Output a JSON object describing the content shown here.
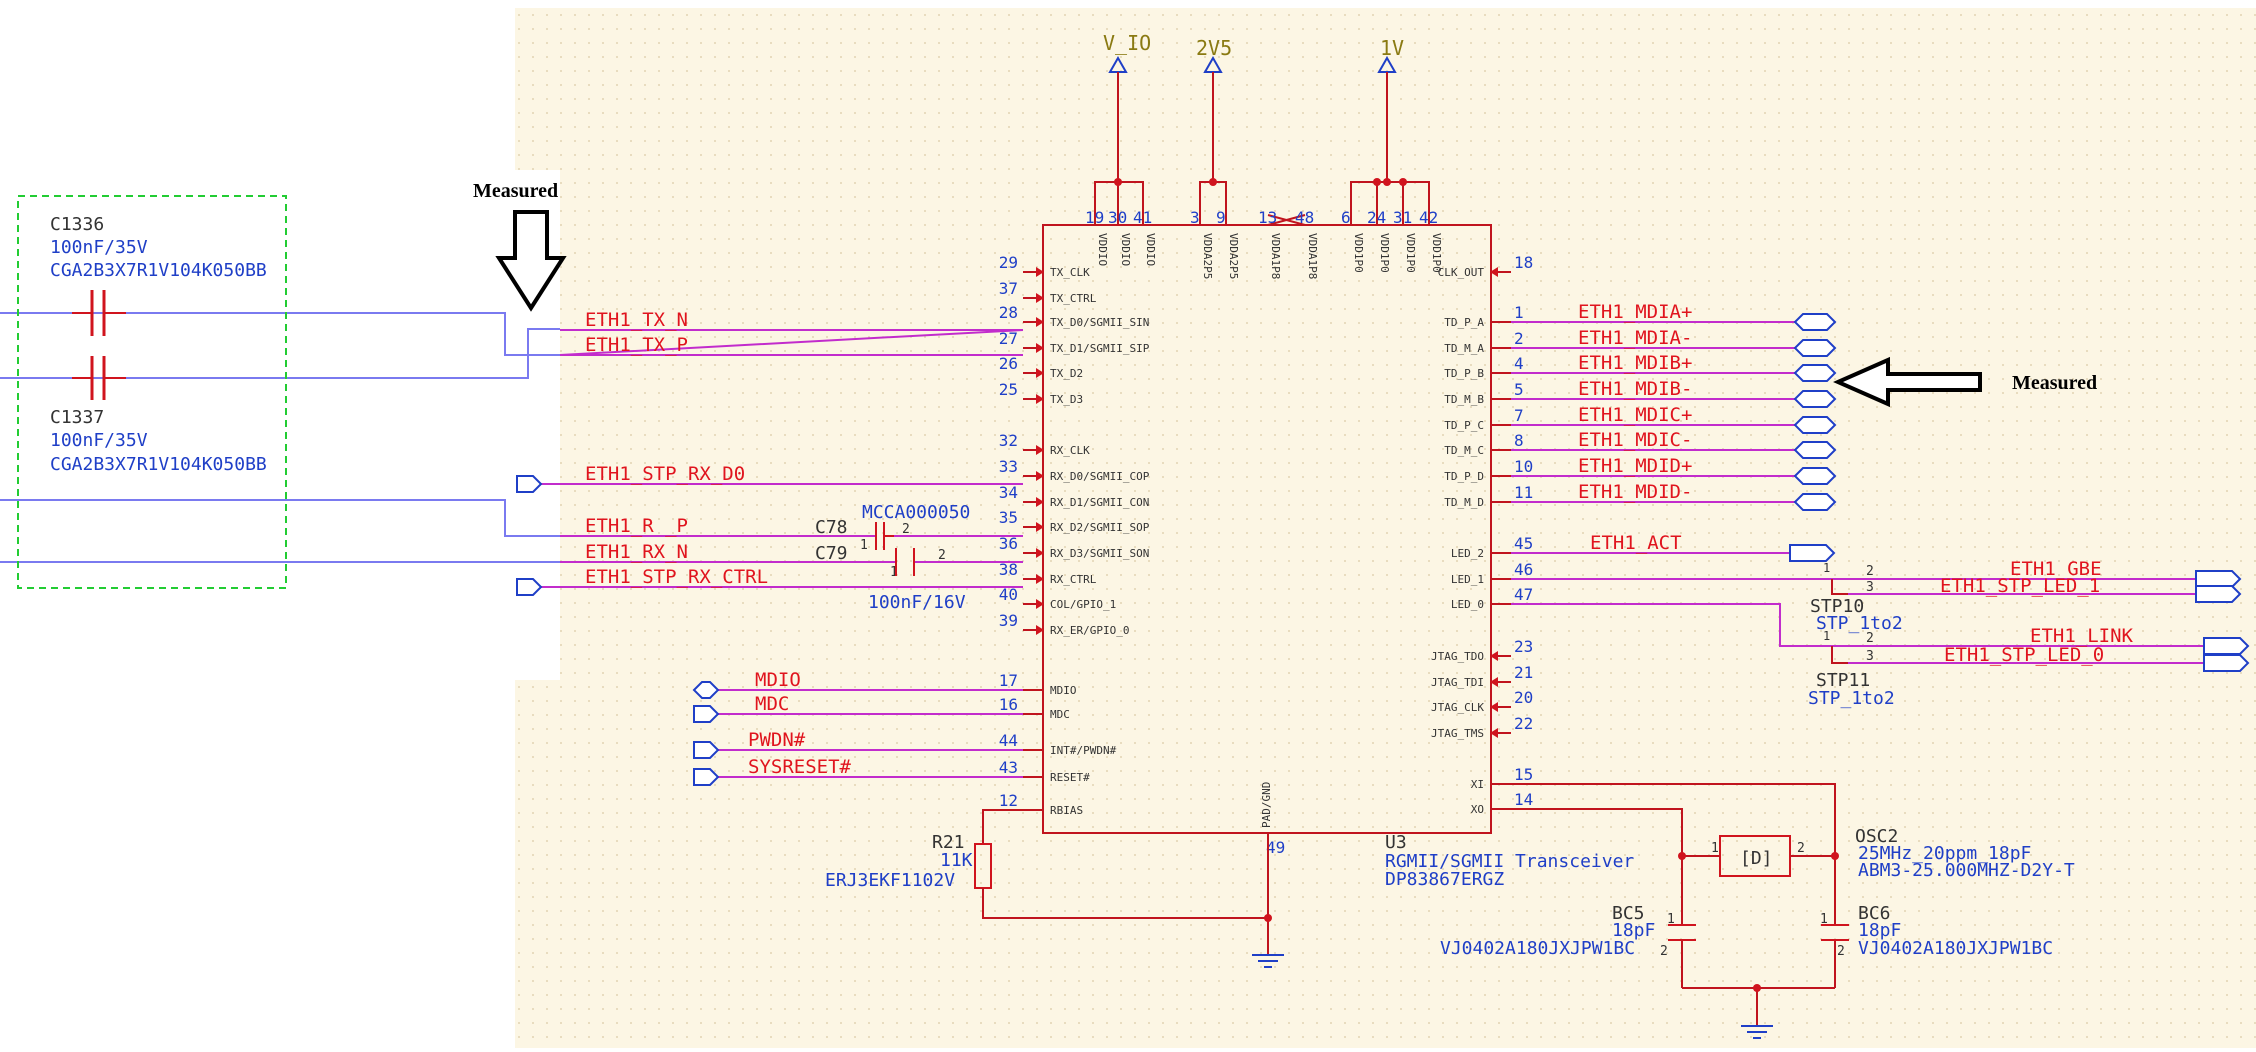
{
  "power": {
    "v_io": "V_IO",
    "v2v5": "2V5",
    "v1v": "1V"
  },
  "measured_label": "Measured",
  "chip": {
    "ref": "U3",
    "desc": "RGMII/SGMII Transceiver",
    "part": "DP83867ERGZ",
    "top_pins": [
      {
        "num": "19",
        "name": "VDDIO"
      },
      {
        "num": "30",
        "name": "VDDIO"
      },
      {
        "num": "41",
        "name": "VDDIO"
      },
      {
        "num": "3",
        "name": "VDDA2P5"
      },
      {
        "num": "9",
        "name": "VDDA2P5"
      },
      {
        "num": "13",
        "name": "VDDA1P8"
      },
      {
        "num": "48",
        "name": "VDDA1P8"
      },
      {
        "num": "6",
        "name": "VDD1P0"
      },
      {
        "num": "24",
        "name": "VDD1P0"
      },
      {
        "num": "31",
        "name": "VDD1P0"
      },
      {
        "num": "42",
        "name": "VDD1P0"
      }
    ],
    "left_pins": [
      {
        "num": "29",
        "name": "TX_CLK"
      },
      {
        "num": "37",
        "name": "TX_CTRL"
      },
      {
        "num": "28",
        "name": "TX_D0/SGMII_SIN"
      },
      {
        "num": "27",
        "name": "TX_D1/SGMII_SIP"
      },
      {
        "num": "26",
        "name": "TX_D2"
      },
      {
        "num": "25",
        "name": "TX_D3"
      },
      {
        "num": "32",
        "name": "RX_CLK"
      },
      {
        "num": "33",
        "name": "RX_D0/SGMII_COP"
      },
      {
        "num": "34",
        "name": "RX_D1/SGMII_CON"
      },
      {
        "num": "35",
        "name": "RX_D2/SGMII_SOP"
      },
      {
        "num": "36",
        "name": "RX_D3/SGMII_SON"
      },
      {
        "num": "38",
        "name": "RX_CTRL"
      },
      {
        "num": "40",
        "name": "COL/GPIO_1"
      },
      {
        "num": "39",
        "name": "RX_ER/GPIO_0"
      },
      {
        "num": "17",
        "name": "MDIO"
      },
      {
        "num": "16",
        "name": "MDC"
      },
      {
        "num": "44",
        "name": "INT#/PWDN#"
      },
      {
        "num": "43",
        "name": "RESET#"
      },
      {
        "num": "12",
        "name": "RBIAS"
      }
    ],
    "right_pins": [
      {
        "num": "18",
        "name": "CLK_OUT"
      },
      {
        "num": "1",
        "name": "TD_P_A"
      },
      {
        "num": "2",
        "name": "TD_M_A"
      },
      {
        "num": "4",
        "name": "TD_P_B"
      },
      {
        "num": "5",
        "name": "TD_M_B"
      },
      {
        "num": "7",
        "name": "TD_P_C"
      },
      {
        "num": "8",
        "name": "TD_M_C"
      },
      {
        "num": "10",
        "name": "TD_P_D"
      },
      {
        "num": "11",
        "name": "TD_M_D"
      },
      {
        "num": "45",
        "name": "LED_2"
      },
      {
        "num": "46",
        "name": "LED_1"
      },
      {
        "num": "47",
        "name": "LED_0"
      },
      {
        "num": "23",
        "name": "JTAG_TDO"
      },
      {
        "num": "21",
        "name": "JTAG_TDI"
      },
      {
        "num": "20",
        "name": "JTAG_CLK"
      },
      {
        "num": "22",
        "name": "JTAG_TMS"
      },
      {
        "num": "15",
        "name": "XI"
      },
      {
        "num": "14",
        "name": "XO"
      }
    ],
    "bottom_pin": {
      "num": "49",
      "name": "PAD/GND"
    }
  },
  "nets_left": [
    "ETH1_TX_N",
    "ETH1_TX_P",
    "ETH1_STP_RX_D0",
    "ETH1_R _P",
    "ETH1_RX_N",
    "ETH1_STP_RX_CTRL",
    "MDIO",
    "MDC",
    "PWDN#",
    "SYSRESET#"
  ],
  "nets_right": [
    "ETH1_MDIA+",
    "ETH1_MDIA-",
    "ETH1_MDIB+",
    "ETH1_MDIB-",
    "ETH1_MDIC+",
    "ETH1_MDIC-",
    "ETH1_MDID+",
    "ETH1_MDID-",
    "ETH1_ACT",
    "ETH1_GBE",
    "ETH1_STP_LED_1",
    "ETH1_LINK",
    "ETH1_STP_LED_0"
  ],
  "c1336": {
    "ref": "C1336",
    "value": "100nF/35V",
    "part": "CGA2B3X7R1V104K050BB"
  },
  "c1337": {
    "ref": "C1337",
    "value": "100nF/35V",
    "part": "CGA2B3X7R1V104K050BB"
  },
  "c78": {
    "ref": "C78",
    "part": "MCCA000050",
    "pin1": "1",
    "pin2": "2"
  },
  "c79": {
    "ref": "C79",
    "value": "100nF/16V",
    "pin1": "1",
    "pin2": "2"
  },
  "r21": {
    "ref": "R21",
    "value": "11K",
    "part": "ERJ3EKF1102V"
  },
  "stp10": {
    "ref": "STP10",
    "part": "STP_1to2",
    "pin1": "1",
    "pin2": "2",
    "pin3": "3"
  },
  "stp11": {
    "ref": "STP11",
    "part": "STP_1to2",
    "pin1": "1",
    "pin2": "2",
    "pin3": "3"
  },
  "osc2": {
    "ref": "OSC2",
    "spec": "25MHz_20ppm_18pF",
    "part": "ABM3-25.000MHZ-D2Y-T",
    "pin1": "1",
    "pin2": "2",
    "mark": "[D]"
  },
  "bc5": {
    "ref": "BC5",
    "value": "18pF",
    "part": "VJ0402A180JXJPW1BC",
    "pin1": "1",
    "pin2": "2"
  },
  "bc6": {
    "ref": "BC6",
    "value": "18pF",
    "part": "VJ0402A180JXJPW1BC",
    "pin1": "1",
    "pin2": "2"
  }
}
